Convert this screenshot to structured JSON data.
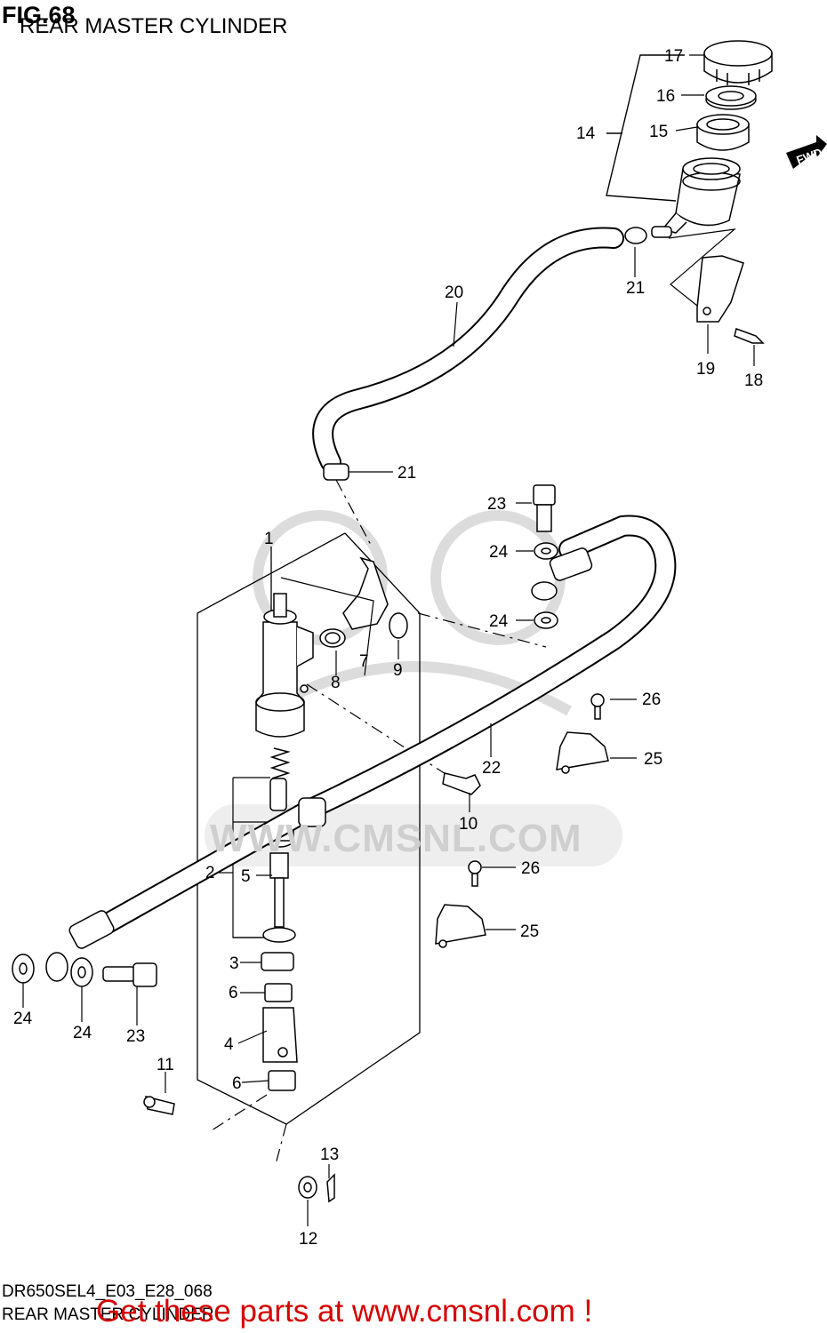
{
  "figure": {
    "number": "FIG.68",
    "title": "REAR MASTER CYLINDER",
    "code": "DR650SEL4_E03_E28_068",
    "footer_title": "REAR MASTER CYLINDER"
  },
  "promo": "Get these parts at www.cmsnl.com !",
  "watermark": "WWW.CMSNL.COM",
  "direction": "FWD",
  "callouts": [
    "1",
    "2",
    "3",
    "4",
    "5",
    "6",
    "6",
    "7",
    "8",
    "9",
    "10",
    "11",
    "12",
    "13",
    "14",
    "15",
    "16",
    "17",
    "18",
    "19",
    "20",
    "21",
    "21",
    "22",
    "23",
    "23",
    "24",
    "24",
    "24",
    "24",
    "25",
    "25",
    "26",
    "26"
  ]
}
